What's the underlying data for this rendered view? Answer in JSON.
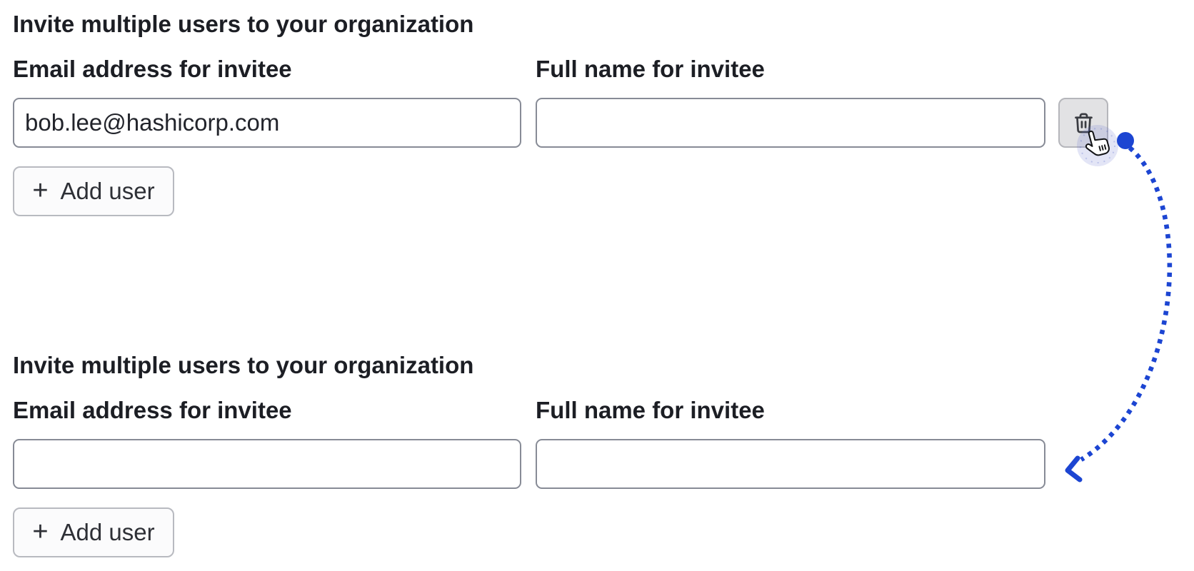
{
  "page": {
    "background": "#ffffff",
    "description_of_annotation": "dotted arrow from delete button of first form to second form"
  },
  "colors": {
    "accent_blue": "#1c45d2",
    "text_primary": "#1c1e24",
    "input_border": "#878b96",
    "input_text": "#22242b",
    "button_bg": "#fbfbfc",
    "button_border": "#b8bac0",
    "delete_button_bg": "#e2e2e4",
    "delete_button_border": "#b5b6bb",
    "icon_dark": "#3a3c42",
    "cursor_halo": "rgba(99,112,205,0.18)"
  },
  "icons": {
    "plus_glyph": "+",
    "trash": "trash-icon",
    "cursor": "hand-pointer-cursor",
    "click_dot": "annotation-step-dot",
    "arrow": "dotted-curved-arrow"
  },
  "sections": [
    {
      "heading": "Invite multiple users to your organization",
      "fields": [
        {
          "label": "Email address for invitee",
          "value": "bob.lee@hashicorp.com"
        },
        {
          "label": "Full name for invitee",
          "value": ""
        }
      ],
      "add_user_label": "Add user",
      "has_delete_button": true
    },
    {
      "heading": "Invite multiple users to your organization",
      "fields": [
        {
          "label": "Email address for invitee",
          "value": ""
        },
        {
          "label": "Full name for invitee",
          "value": ""
        }
      ],
      "add_user_label": "Add user",
      "has_delete_button": false
    }
  ]
}
